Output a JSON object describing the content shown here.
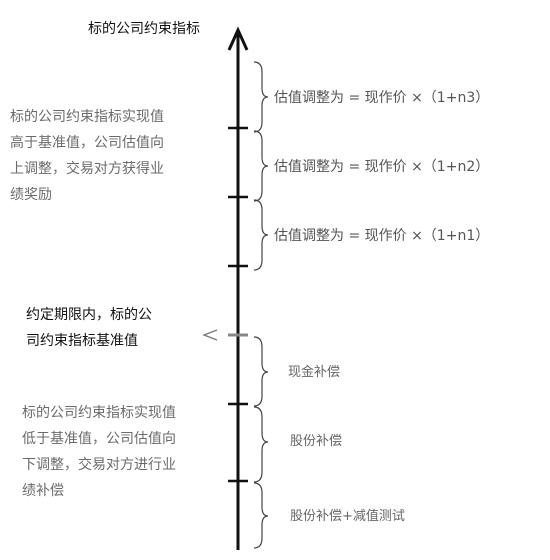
{
  "axis_title": "标的公司约束指标",
  "upper_text": [
    "标的公司约束指标实现值",
    "高于基准值，公司估值向",
    "上调整，交易对方获得业",
    "绩奖励"
  ],
  "baseline_text": [
    "约定期限内，标的公",
    "司约束指标基准值"
  ],
  "lower_text": [
    "标的公司约束指标实现值",
    "低于基准值，公司估值向",
    "下调整，交易对方进行业",
    "绩补偿"
  ],
  "upper_segments": [
    "估值调整为 = 现作价 ×（1+n3）",
    "估值调整为 = 现作价 ×（1+n2）",
    "估值调整为 = 现作价 ×（1+n1）"
  ],
  "lower_segments": [
    "现金补偿",
    "股份补偿",
    "股份补偿+减值测试"
  ]
}
